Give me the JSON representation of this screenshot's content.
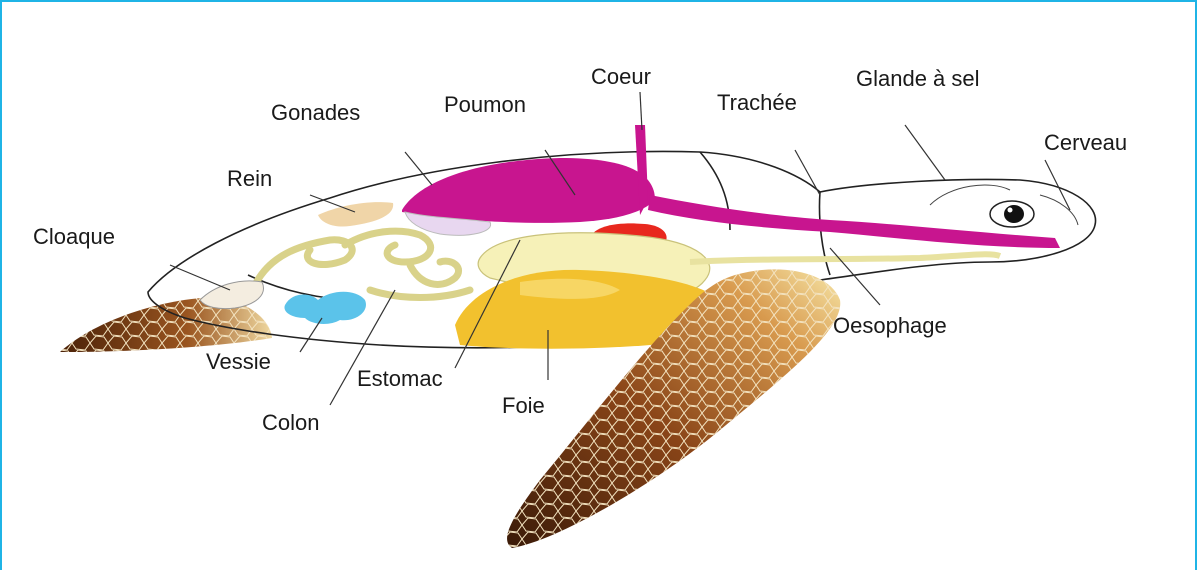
{
  "labels": {
    "coeur": "Coeur",
    "glande": "Glande à sel",
    "gonades": "Gonades",
    "poumon": "Poumon",
    "trachee": "Trachée",
    "cerveau": "Cerveau",
    "rein": "Rein",
    "cloaque": "Cloaque",
    "oesophage": "Oesophage",
    "vessie": "Vessie",
    "estomac": "Estomac",
    "foie": "Foie",
    "colon": "Colon"
  },
  "colors": {
    "frame": "#1fb4e6",
    "lung": "#c8158f",
    "heart": "#e8281e",
    "liver": "#f2c12e",
    "bladder": "#5bc3ea",
    "kidney": "#f0d5a8",
    "intestine": "#f6f1b8",
    "flipper_dark": "#6b3412",
    "flipper_light": "#e9b66e"
  }
}
